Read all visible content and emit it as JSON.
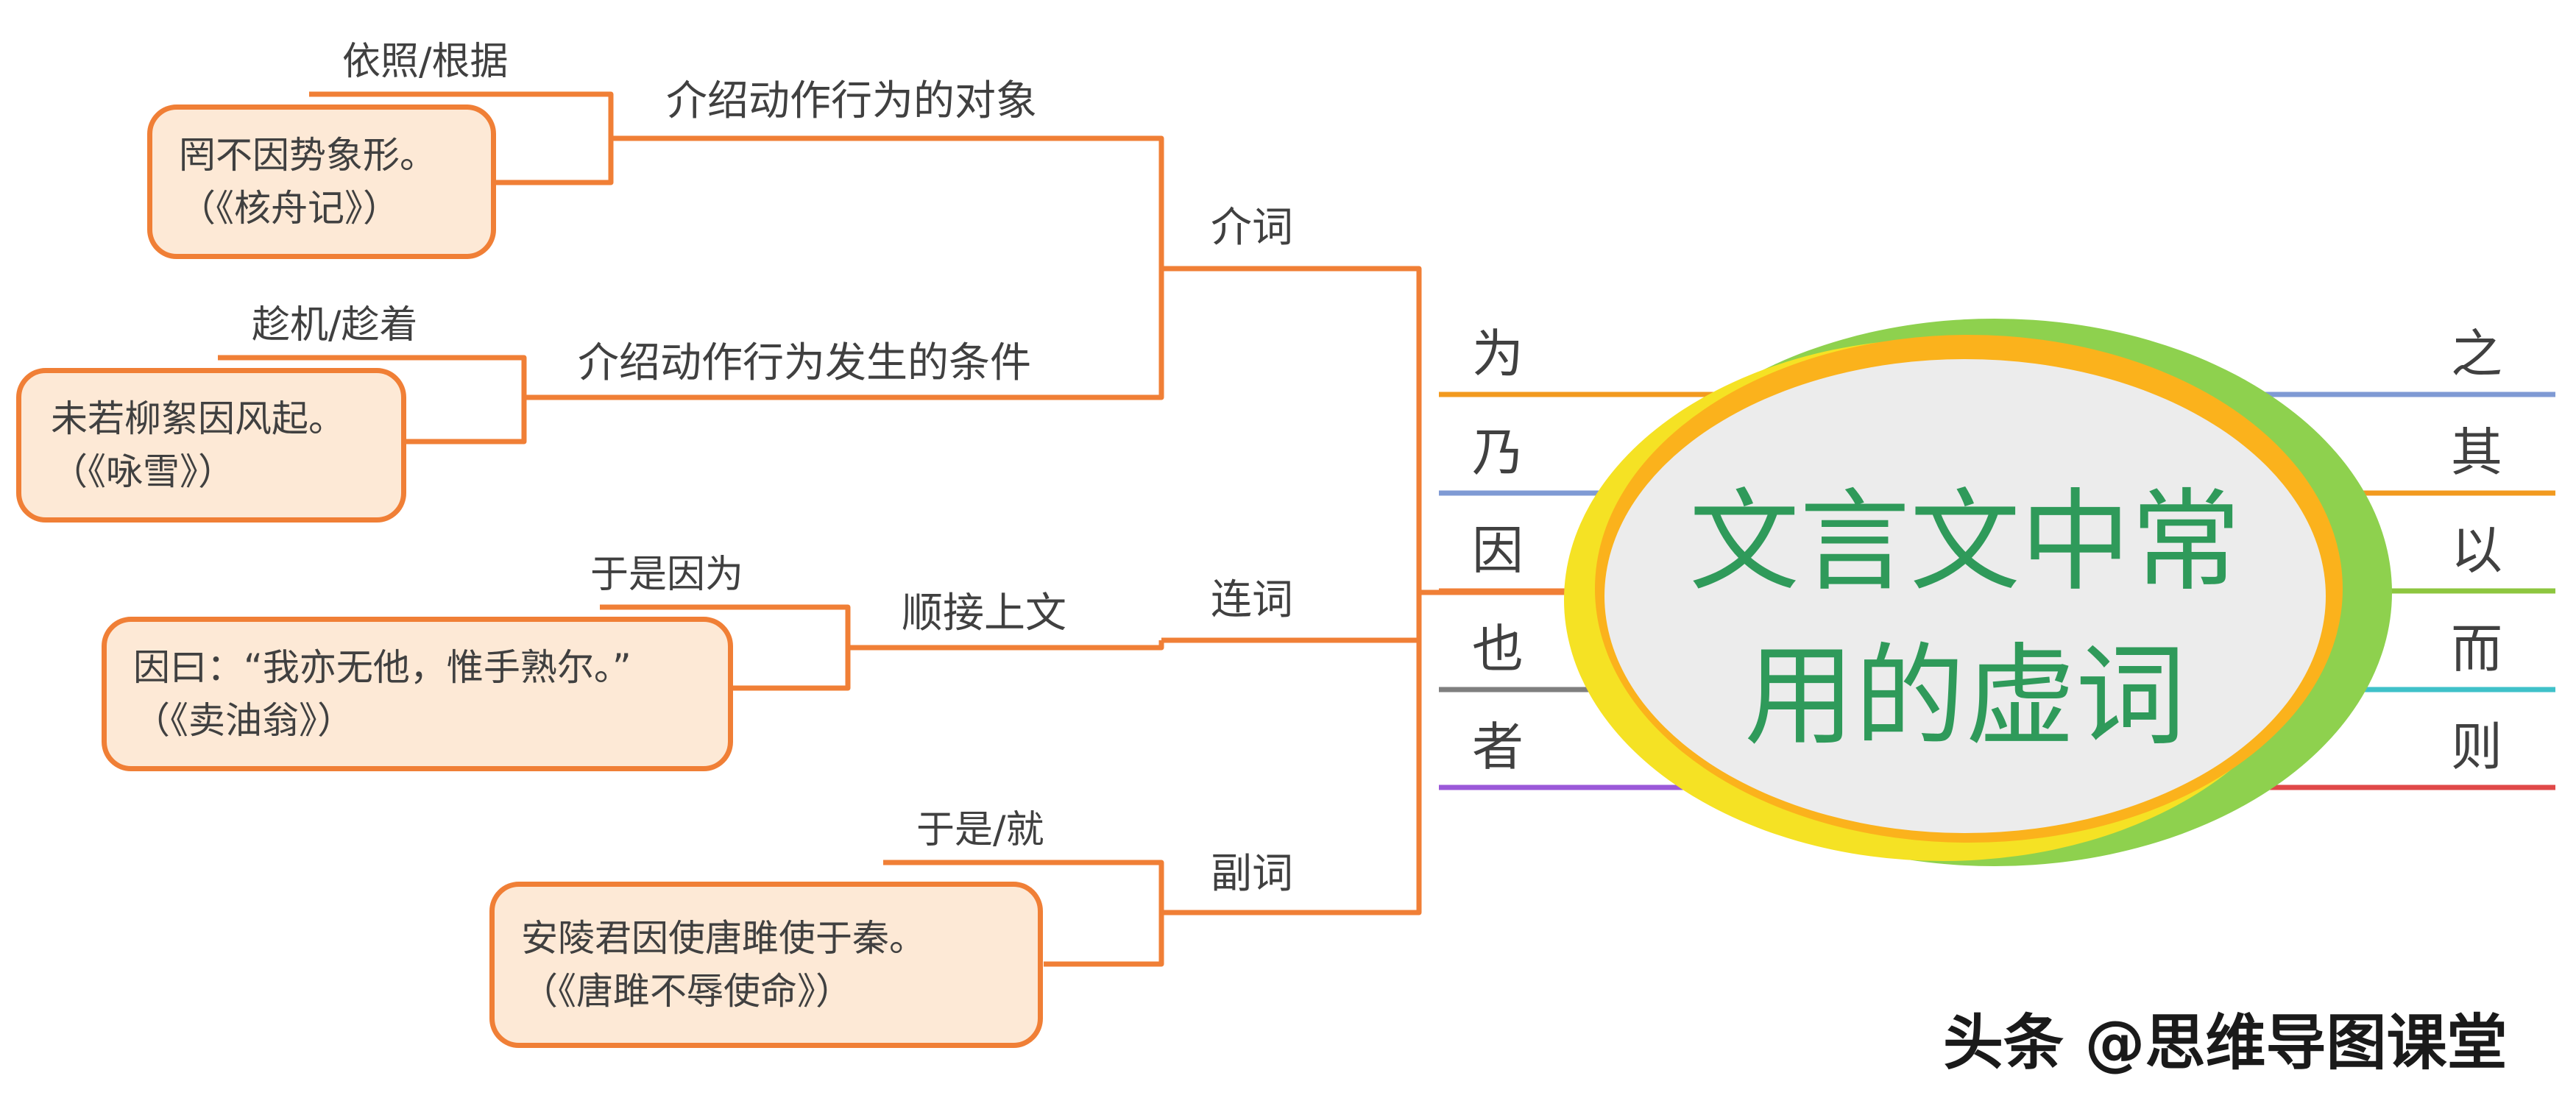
{
  "center": {
    "line1": "文言文中常",
    "line2": "用的虚词"
  },
  "left_words": [
    "为",
    "乃",
    "因",
    "也",
    "者"
  ],
  "right_words": [
    "之",
    "其",
    "以",
    "而",
    "则"
  ],
  "branches": {
    "prep": {
      "label": "介词",
      "usage1": {
        "label": "介绍动作行为的对象",
        "meaning": "依照/根据",
        "example_line1": "罔不因势象形。",
        "example_line2": "（《核舟记》）"
      },
      "usage2": {
        "label": "介绍动作行为发生的条件",
        "meaning": "趁机/趁着",
        "example_line1": "未若柳絮因风起。",
        "example_line2": "（《咏雪》）"
      }
    },
    "conj": {
      "label": "连词",
      "usage1": {
        "label": "顺接上文",
        "meaning": "于是因为",
        "example_line1": "因曰：“我亦无他，惟手熟尔。”",
        "example_line2": "（《卖油翁》）"
      }
    },
    "adv": {
      "label": "副词",
      "meaning": "于是/就",
      "example_line1": "安陵君因使唐雎使于秦。",
      "example_line2": "（《唐雎不辱使命》）"
    }
  },
  "colors": {
    "branch": "#f07f36",
    "box_fill": "#fde9d6",
    "title": "#2f9a5a",
    "ring_green": "#8ed14e",
    "ring_yellow": "#f5e224",
    "ring_orange": "#fbb21c"
  },
  "watermark": "头条 @思维导图课堂"
}
